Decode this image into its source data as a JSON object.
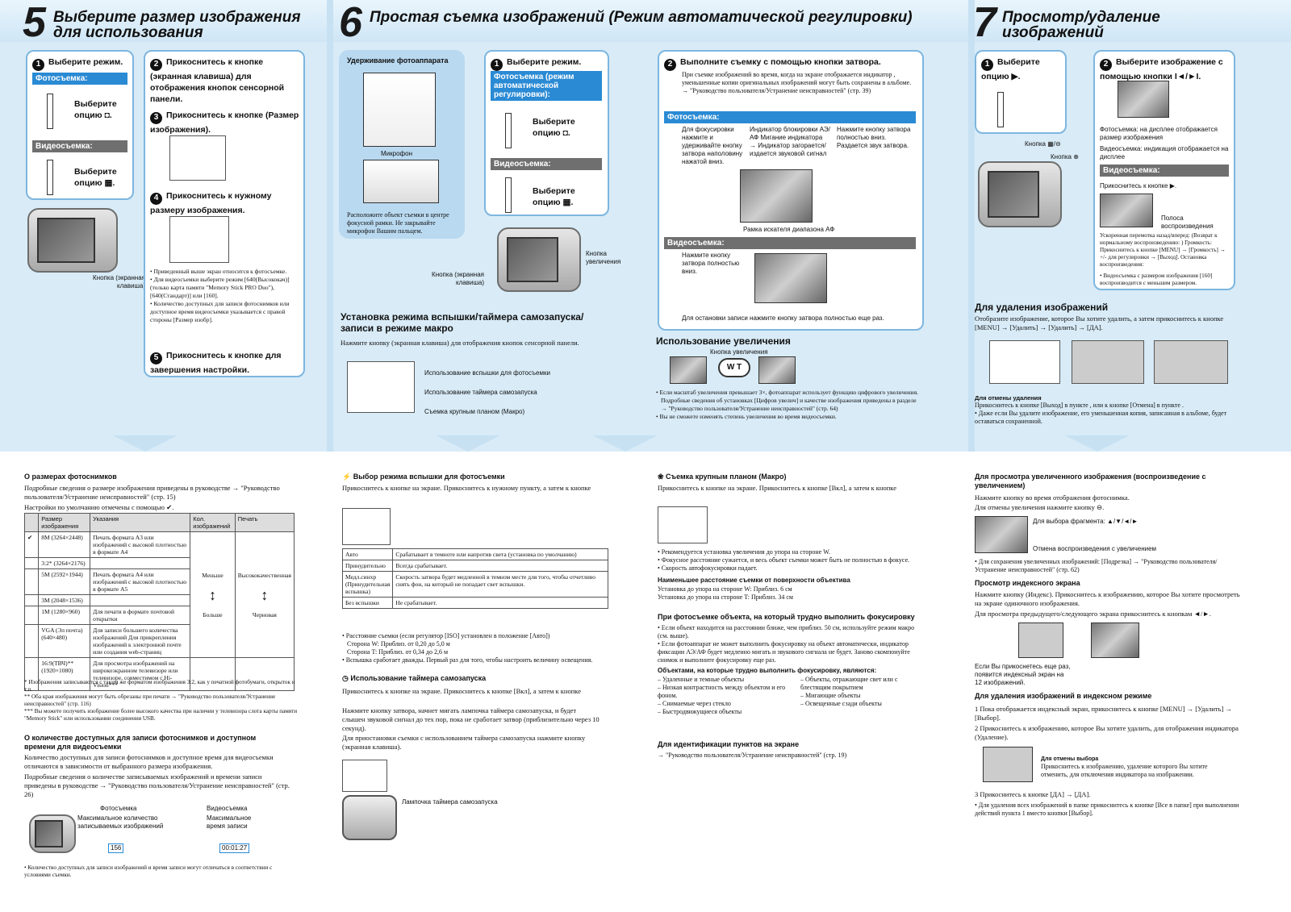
{
  "s5": {
    "num": "5",
    "title1": "Выберите размер изображения",
    "title2": "для использования",
    "step1": "Выберите режим.",
    "photo_lab": "Фотосъемка:",
    "video_lab": "Видеосъемка:",
    "opt1": "Выберите опцию",
    "opt2": "Выберите опцию",
    "step2": "Прикоснитесь к кнопке (экранная клавиша) для отображения кнопок сенсорной панели.",
    "step3": "Прикоснитесь к кнопке (Размер изображения).",
    "step4": "Прикоснитесь к нужному размеру изображения.",
    "notes": [
      "• Приведенный выше экран относится к фотосъемке.",
      "• Для видеосъемки выберите режим [640(Высококач)] (только карта памяти \"Memory Stick PRO Duo\"), [640(Стандарт)] или [160].",
      "• Количество доступных для записи фотоснимков или доступное время видеосъемки указывается с правой стороны [Размер изобр]."
    ],
    "step5": "Прикоснитесь к кнопке для завершения настройки.",
    "btn_caption": "Кнопка (экранная клавиша)"
  },
  "s6": {
    "num": "6",
    "title": "Простая съемка изображений (Режим автоматической регулировки)",
    "hold": "Удерживание фотоаппарата",
    "mic": "Микрофон",
    "hold_note": "Расположите объект съемки в центре фокусной рамки. Не закрывайте микрофон Вашим пальцем.",
    "step1": "Выберите режим.",
    "photo_lab": "Фотосъемка (режим автоматической регулировки):",
    "video_lab": "Видеосъемка:",
    "opt1": "Выберите опцию",
    "opt2": "Выберите опцию",
    "zoom_btn": "Кнопка увеличения",
    "scr_btn": "Кнопка (экранная клавиша)",
    "step2": "Выполните съемку с помощью кнопки затвора.",
    "step2_text": "При съемке изображений во время, когда на экране отображается индикатор , уменьшенные копии оригинальных изображений могут быть сохранены в альбоме. → \"Руководство пользователя/Устранение неисправностей\" (стр. 39)",
    "photo_bar": "Фотосъемка:",
    "col1": "Для фокусировки нажмите и удерживайте кнопку затвора наполовину нажатой вниз.",
    "col2": "Индикатор блокировки АЭ/АФ Мигание индикатора → Индикатор загорается/издается звуковой сигнал",
    "col3": "Нажмите кнопку затвора полностью вниз. Раздается звук затвора.",
    "af_frame": "Рамка искателя диапазона АФ",
    "video_bar": "Видеосъемка:",
    "video_press": "Нажмите кнопку затвора полностью вниз.",
    "stop_note": "Для остановки записи нажмите кнопку затвора полностью еще раз.",
    "flash_h": "Установка режима вспышки/таймера самозапуска/записи в режиме макро",
    "flash_t": "Нажмите кнопку (экранная клавиша) для отображения кнопок сенсорной панели.",
    "lbl_flash": "Использование вспышки для фотосъемки",
    "lbl_timer": "Использование таймера самозапуска",
    "lbl_macro": "Съемка крупным планом (Макро)",
    "zoom_h": "Использование увеличения",
    "zoom_cap": "Кнопка увеличения",
    "zoom_notes": [
      "• Если масштаб увеличения превышает 3×, фотоаппарат использует функцию цифрового увеличения.",
      "Подробные сведения об установках [Цифров увелич] и качестве изображения приведены в разделе → \"Руководство пользователя/Устранение неисправностей\" (стр. 64)",
      "• Вы не сможете изменять степень увеличения во время видеосъемки."
    ]
  },
  "s7": {
    "num": "7",
    "title1": "Просмотр/удаление",
    "title2": "изображений",
    "step1": "Выберите опцию",
    "step2": "Выберите изображение с помощью кнопки",
    "zoom_btn": "Кнопка",
    "btn": "Кнопка",
    "photo_text": "Фотосъемка: на дисплее отображается размер изображения",
    "video_text": "Видеосъемка: индикация отображается на дисплее",
    "video_bar": "Видеосъемка:",
    "video_touch": "Прикоснитесь к кнопке",
    "bar": "Полоса воспроизведения",
    "video_notes": "Ускоренная перемотка назад/вперед: (Возврат к нормальному воспроизведению: ) Громкость: Прикоснитесь к кнопке [MENU] → [Громкость] → +/- для регулировки → [Выход]. Остановка воспроизведения:",
    "video_note2": "• Видеосъемка с размером изображения [160] воспроизводится с меньшим размером.",
    "del_h": "Для удаления изображений",
    "del_t": "Отобразите изображение, которое Вы хотите удалить, а затем прикоснитесь к кнопке [MENU] → [Удалить] → [Удалить] → [ДА].",
    "cancel_h": "Для отмены удаления",
    "cancel_t": "Прикоснитесь к кнопке [Выход] в пункте , или к кнопке [Отмена] в пункте .",
    "cancel_t2": "• Даже если Вы удалите изображение, его уменьшенная копия, записанная в альбоме, будет оставаться сохраненной."
  },
  "b1": {
    "h1": "О размерах фотоснимков",
    "t1": "Подробные сведения о размере изображения приведены в руководстве → \"Руководство пользователя/Устранение неисправностей\" (стр. 15)",
    "t2": "Настройки по умолчанию отмечены с помощью",
    "th": [
      "Размер изображения",
      "Указания",
      "Кол. изображений",
      "Печать"
    ],
    "rows": [
      [
        "8M (3264×2448)",
        "Печать формата А3 или изображений с высокой плотностью в формате А4"
      ],
      [
        "3:2* (3264×2176)",
        ""
      ],
      [
        "5M (2592×1944)",
        "Печать формата А4 или изображений с высокой плотностью в формате А5"
      ],
      [
        "3M (2048×1536)",
        ""
      ],
      [
        "1M (1280×960)",
        "Для печати в формате почтовой открытки"
      ],
      [
        "VGA (Эл почта) (640×480)",
        "Для записи большего количества изображений Для прикрепления изображений к электронной почте или создания web-страниц"
      ],
      [
        "16:9(ТВЧ)** (1920×1080)",
        "Для просмотра изображений на широкоэкранном телевизоре или телевизоре, совместимом с Hi-Vision***"
      ]
    ],
    "less": "Меньше",
    "more": "Больше",
    "hq": "Высококачественная",
    "rough": "Черновая",
    "fn": [
      "*   Изображения записываются с таким же форматом изображения 3:2, как у печатной фотобумаги, открыток и т.п.",
      "**  Оба края изображения могут быть обрезаны при печати → \"Руководство пользователя/Устранение неисправностей\" (стр. 116)",
      "*** Вы можете получить изображение более высокого качества при наличии у телевизора слота карты памяти \"Memory Stick\" или использовании соединения USB."
    ],
    "h2": "О количестве доступных для записи фотоснимков и доступном времени для видеосъемки",
    "t3": "Количество доступных для записи фотоснимков и доступное время для видеосъемки отличаются в зависимости от выбранного размера изображения.",
    "t4": "Подробные сведения о количестве записываемых изображений и времени записи приведены в руководстве → \"Руководство пользователя/Устранение неисправностей\" (стр. 26)",
    "cap_photo": "Фотосъемка",
    "cap_video": "Видеосъемка",
    "max_img": "Максимальное количество записываемых изображений",
    "max_time": "Максимальное время записи",
    "count": "156",
    "time": "00:01:27",
    "last": "• Количество доступных для записи изображений и время записи могут отличаться в соответствии с условиями съемки."
  },
  "b2": {
    "h1": "Выбор режима вспышки для фотосъемки",
    "t1": "Прикоснитесь к кнопке на экране. Прикоснитесь к нужному пункту, а затем к кнопке",
    "rows": [
      [
        "Авто",
        "Срабатывает в темноте или напротив света (установка по умолчанию)"
      ],
      [
        "Принудительно",
        "Всегда срабатывает."
      ],
      [
        "Медл.синхр (Принудительная вспышка)",
        "Скорость затвора будет медленной в темном месте для того, чтобы отчетливо снять фон, на который не попадает свет вспышки."
      ],
      [
        "Без вспышки",
        "Не срабатывает."
      ]
    ],
    "notes": [
      "• Расстояние съемки (если регулятор [ISO] установлен в положение [Авто])",
      "Сторона W: Приблиз. от 0,20 до 5,0 м",
      "Сторона T: Приблиз. от 0,34 до 2,6 м",
      "• Вспышка сработает дважды. Первый раз для того, чтобы настроить величину освещения."
    ],
    "h2": "Использование таймера самозапуска",
    "t2": "Прикоснитесь к кнопке на экране. Прикоснитесь к кнопке [Вкл], а затем к кнопке",
    "t3": "Нажмите кнопку затвора, начнет мигать лампочка таймера самозапуска, и будет слышен звуковой сигнал до тех пор, пока не сработает затвор (приблизительно через 10 секунд).",
    "t4": "Для приостановки съемки с использованием таймера самозапуска нажмите кнопку (экранная клавиша).",
    "lamp": "Лампочка таймера самозапуска"
  },
  "b3": {
    "h1": "Съемка крупным планом (Макро)",
    "t1": "Прикоснитесь к кнопке на экране. Прикоснитесь к кнопке [Вкл], а затем к кнопке",
    "notes": [
      "• Рекомендуется установка увеличения до упора на стороне W.",
      "• Фокусное расстояние сужается, и весь объект съемки может быть не полностью в фокусе.",
      "• Скорость автофокусировки падает."
    ],
    "h2": "Наименьшее расстояние съемки от поверхности объектива",
    "d1": "Установка до упора на стороне W: Приблиз. 6 см",
    "d2": "Установка до упора на стороне T: Приблиз. 34 см",
    "h3": "При фотосъемке объекта, на который трудно выполнить фокусировку",
    "n2": [
      "• Если объект находится на расстоянии ближе, чем приблиз. 50 см, используйте режим макро (см. выше).",
      "• Если фотоаппарат не может выполнить фокусировку на объект автоматически, индикатор фиксации АЭ/АФ будет медленно мигать и звукового сигнала не будет. Заново скомпонуйте снимок и выполните фокусировку еще раз."
    ],
    "h4": "Объектами, на которые трудно выполнить фокусировку, являются:",
    "left": [
      "– Удаленные и темные объекты",
      "– Низкая контрастность между объектом и его фоном.",
      "– Снимаемые через стекло",
      "– Быстродвижущиеся объекты"
    ],
    "right": [
      "– Объекты, отражающие свет или с блестящим покрытием",
      "– Мигающие объекты",
      "– Освещенные сзади объекты"
    ],
    "h5": "Для идентификации пунктов на экране",
    "t5": "→ \"Руководство пользователя/Устранение неисправностей\" (стр. 19)"
  },
  "b4": {
    "h1": "Для просмотра увеличенного изображения (воспроизведение с увеличением)",
    "t1": "Нажмите кнопку во время отображения фотоснимка.",
    "t2": "Для отмены увеличения нажмите кнопку",
    "frag": "Для выбора фрагмента: ▲/▼/◄/►",
    "cancel": "Отмена воспроизведения с увеличением",
    "save": "• Для сохранения увеличенных изображений: [Подрезка] → \"Руководство пользователя/Устранение неисправностей\" (стр. 62)",
    "h2": "Просмотр индексного экрана",
    "t3": "Нажмите кнопку (Индекс). Прикоснитесь к изображению, которое Вы хотите просмотреть на экране одиночного изображения.",
    "t4": "Для просмотра предыдущего/следующего экрана прикоснитесь к кнопкам ◄/►.",
    "again": "Если Вы прикоснетесь еще раз, появится индексный экран на 12 изображений.",
    "h3": "Для удаления изображений в индексном режиме",
    "s1": "1 Пока отображается индексный экран, прикоснитесь к кнопке [MENU] → [Удалить] → [Выбор].",
    "s2": "2 Прикоснитесь к изображению, которое Вы хотите удалить, для отображения индикатора (Удаление).",
    "cancel_h": "Для отмены выбора",
    "cancel_t": "Прикоснитесь к изображению, удаление которого Вы хотите отменить, для отключения индикатора на изображении.",
    "s3": "3 Прикоснитесь к кнопке [ДА] → [ДА].",
    "s3n": "• Для удаления всех изображений в папке прикоснитесь к кнопке [Все в папке] при выполнении действий пункта 1 вместо кнопки [Выбор]."
  }
}
